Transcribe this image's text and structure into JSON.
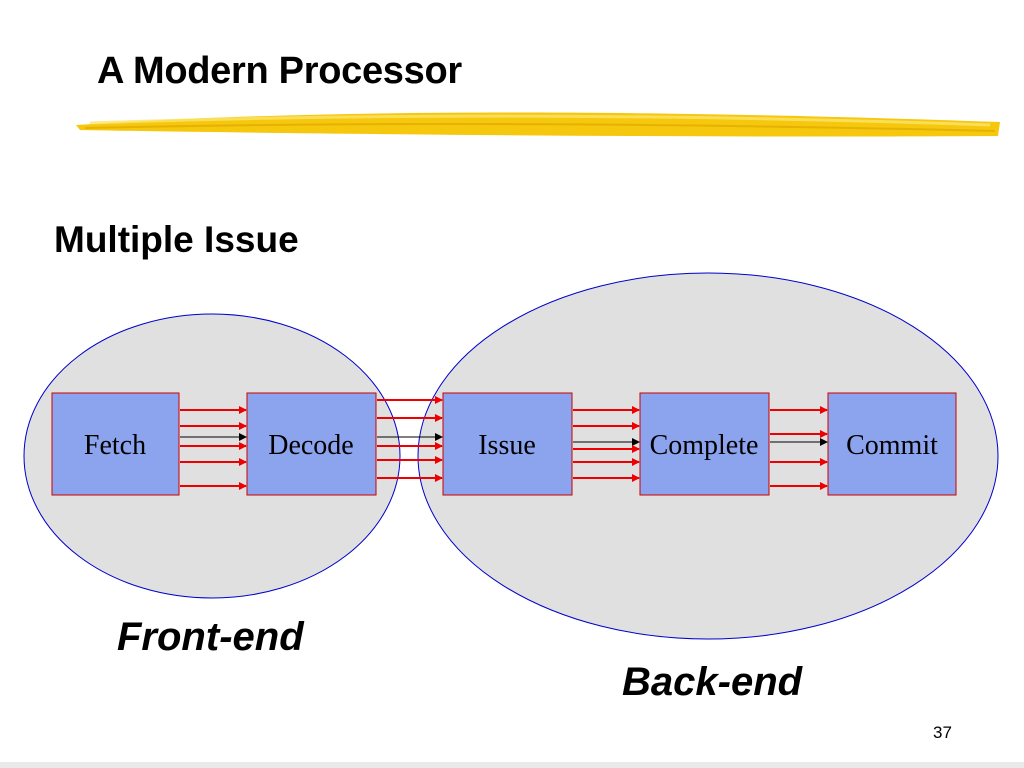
{
  "slide": {
    "title": "A Modern Processor",
    "subtitle": "Multiple Issue",
    "page_number": "37"
  },
  "regions": {
    "front_label": "Front-end",
    "back_label": "Back-end"
  },
  "stages": [
    "Fetch",
    "Decode",
    "Issue",
    "Complete",
    "Commit"
  ],
  "colors": {
    "stage_fill": "#8ca4ee",
    "stage_border": "#cc0000",
    "ellipse_fill": "#e0e0e0",
    "ellipse_border": "#0000cc",
    "wide_arrow": "#ee0000",
    "narrow_arrow": "#000000",
    "underline": "#f2c200"
  }
}
